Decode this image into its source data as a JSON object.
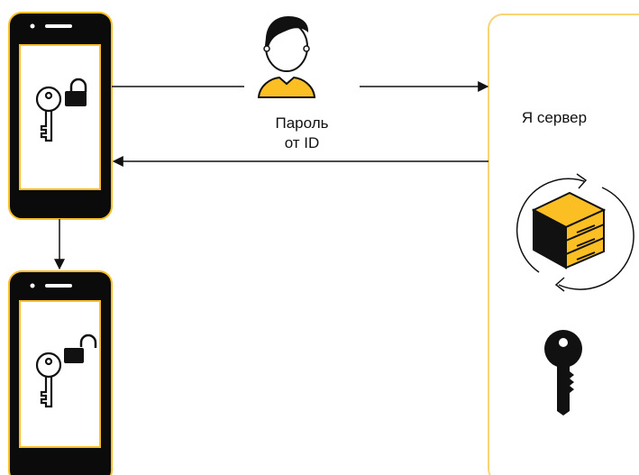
{
  "password_label_line1": "Пароль",
  "password_label_line2": "от ID",
  "server_label": "Я сервер",
  "colors": {
    "accent": "#fbbf24",
    "device": "#0b0b0b",
    "line": "#111111",
    "server_border": "#f8d477"
  },
  "icons": [
    "phone-icon",
    "user-icon",
    "key-icon",
    "lock-closed-icon",
    "lock-open-icon",
    "server-icon",
    "sync-arrows-icon"
  ]
}
